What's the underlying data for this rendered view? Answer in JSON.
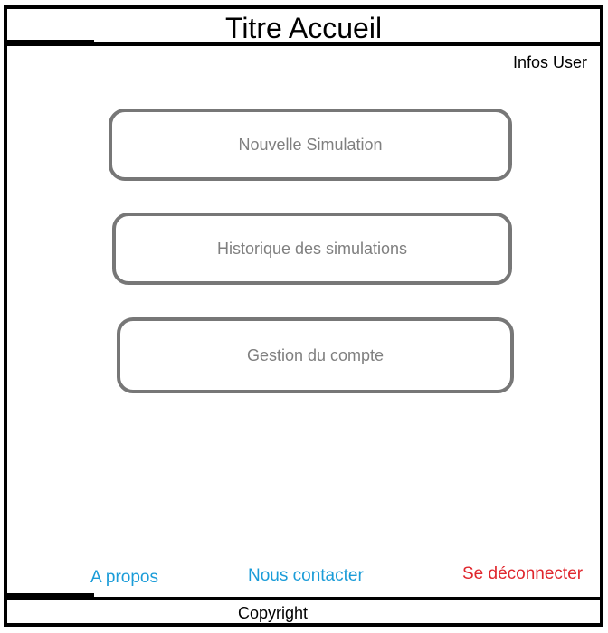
{
  "header": {
    "title": "Titre Accueil"
  },
  "main": {
    "user_info": "Infos User",
    "menu": {
      "new_simulation": "Nouvelle Simulation",
      "history": "Historique des simulations",
      "account": "Gestion du compte"
    },
    "links": {
      "about": "A propos",
      "contact": "Nous contacter",
      "logout": "Se déconnecter"
    }
  },
  "footer": {
    "copyright": "Copyright"
  },
  "colors": {
    "border": "#000000",
    "button_border": "#777777",
    "button_text": "#7f7f7f",
    "link_blue": "#1a9cd8",
    "logout_red": "#e0262d"
  }
}
